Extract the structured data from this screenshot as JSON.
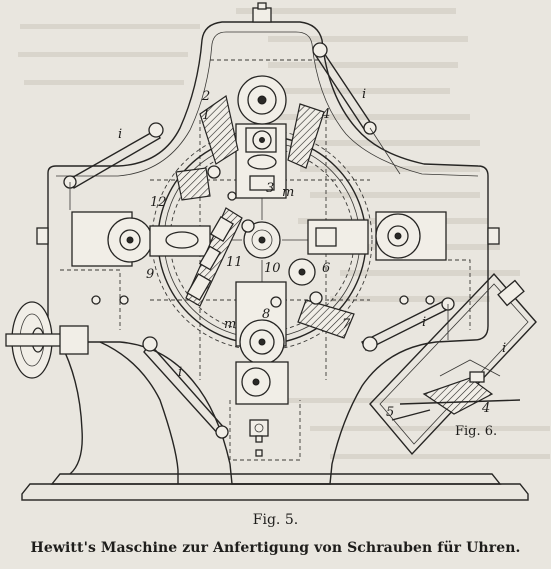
{
  "caption": {
    "figure_main": "Fig. 5.",
    "figure_detail": "Fig. 6.",
    "title": "Hewitt's Maschine zur Anfertigung von Schrauben für Uhren."
  },
  "labels": {
    "i_top_right": "i",
    "i_upper_left": "i",
    "i_lower_left": "i",
    "i_lower_right": "i",
    "i_fig6": "i",
    "n1": "1",
    "n2": "2",
    "n3": "3",
    "n4": "4",
    "n4_fig6": "4",
    "n5": "5",
    "n6": "6",
    "n7": "7",
    "n8": "8",
    "n9": "9",
    "n10": "10",
    "n11": "11",
    "n12": "12",
    "m_upper": "m",
    "m_lower": "m"
  },
  "colors": {
    "paper": "#e9e6df",
    "ink": "#1e1d1b"
  }
}
